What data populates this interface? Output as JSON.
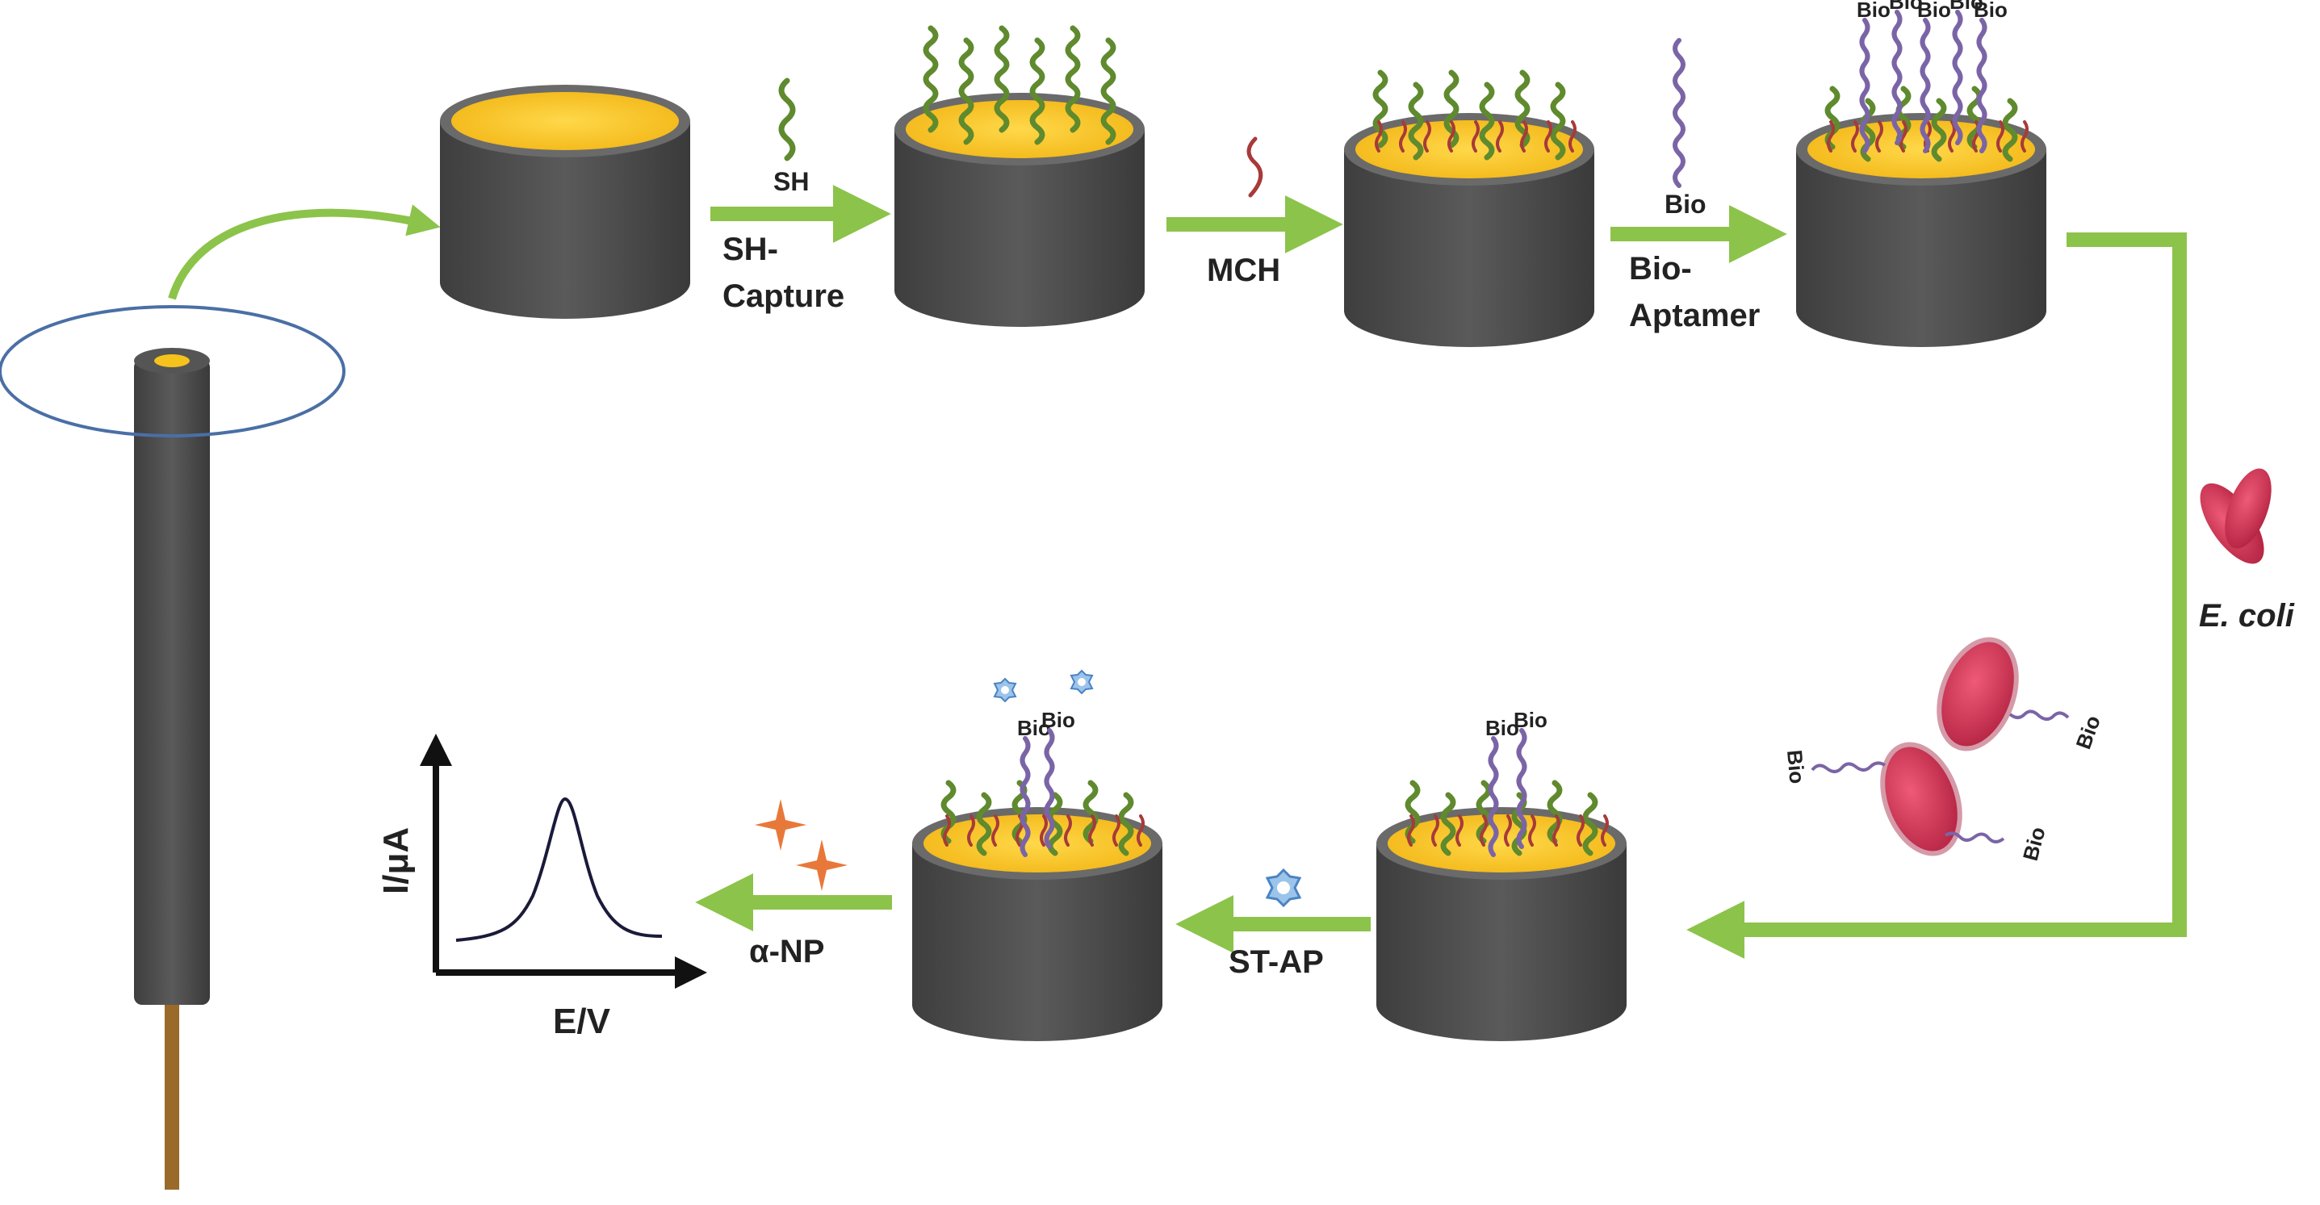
{
  "colors": {
    "cylinder_body": "#4a4a4a",
    "cylinder_rim": "#6a6a6a",
    "gold_surface": "#f6c21c",
    "arrow_green": "#8cc34a",
    "capture_strand": "#5f8a2e",
    "aptamer_strand": "#7b64a6",
    "mch_strand": "#a83a3a",
    "ecoli_red": "#c82a4c",
    "streptavidin": "#6fa8dc",
    "sparkle_orange": "#e8783a",
    "ring_blue": "#4a6fa5",
    "electrode_wire": "#9a6a2a"
  },
  "steps": {
    "s1": {
      "label_line1": "SH-",
      "label_line2": "Capture",
      "reagent_tag": "SH"
    },
    "s2": {
      "label": "MCH"
    },
    "s3": {
      "label_line1": "Bio-",
      "label_line2": "Aptamer",
      "reagent_tag": "Bio"
    },
    "s4": {
      "label": "E. coli"
    },
    "s5": {
      "label": "ST-AP"
    },
    "s6": {
      "label": "α-NP"
    }
  },
  "bio_tag": "Bio",
  "plot": {
    "ylabel": "I/μA",
    "xlabel": "E/V"
  }
}
